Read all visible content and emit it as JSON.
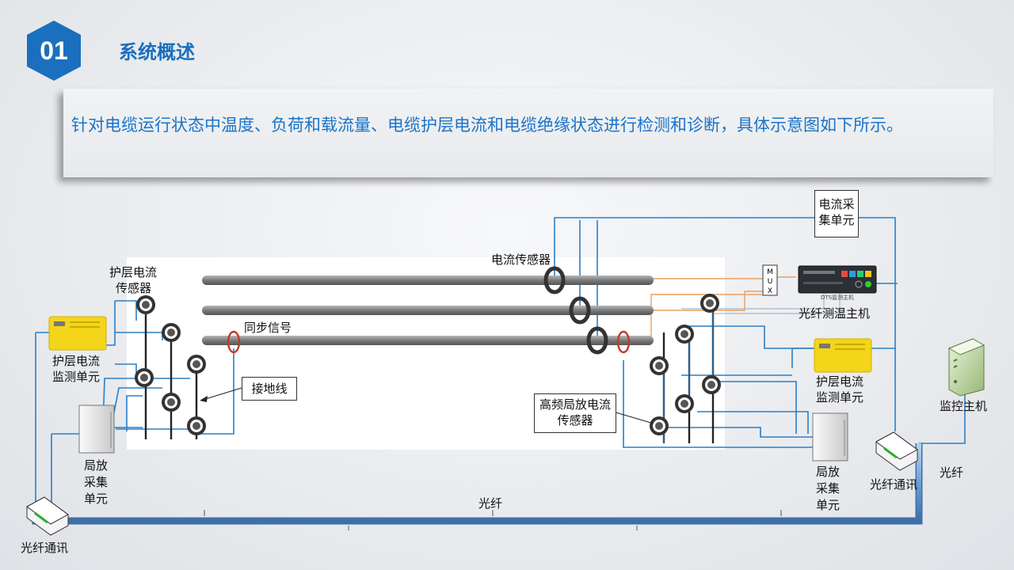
{
  "header": {
    "number": "01",
    "title": "系统概述"
  },
  "intro": {
    "text": "针对电缆运行状态中温度、负荷和载流量、电缆护层电流和电缆绝缘状态进行检测和诊断，具体示意图如下所示。"
  },
  "diagram": {
    "current_sensor": "电流传感器",
    "sheath_current_sensor_l1": "护层电流",
    "sheath_current_sensor_l2": "传感器",
    "sync_signal": "同步信号",
    "ground_wire": "接地线",
    "hf_pd_sensor_l1": "高频局放电流",
    "hf_pd_sensor_l2": "传感器",
    "current_acq_unit_l1": "电流采",
    "current_acq_unit_l2": "集单元",
    "mux_letters": [
      "M",
      "U",
      "X"
    ],
    "dts_panel_text": "DTS监测主机",
    "dts_host": "光纤测温主机",
    "left_sheath_monitor_l1": "护层电流",
    "left_sheath_monitor_l2": "监测单元",
    "right_sheath_monitor_l1": "护层电流",
    "right_sheath_monitor_l2": "监测单元",
    "left_pd_unit": [
      "局放",
      "采集",
      "单元"
    ],
    "right_pd_unit": [
      "局放",
      "采集",
      "单元"
    ],
    "monitor_host": "监控主机",
    "fiber_comm_left": "光纤通讯",
    "fiber_comm_right": "光纤通讯",
    "fiber_bottom": "光纤",
    "fiber_right": "光纤"
  },
  "colors": {
    "accent_blue": "#1a6fbe",
    "link_blue": "#2a7fc8",
    "fiber_orange": "#e8a060",
    "cable_grey": "#8a8a8a",
    "monitor_yellow": "#f3d51a"
  }
}
